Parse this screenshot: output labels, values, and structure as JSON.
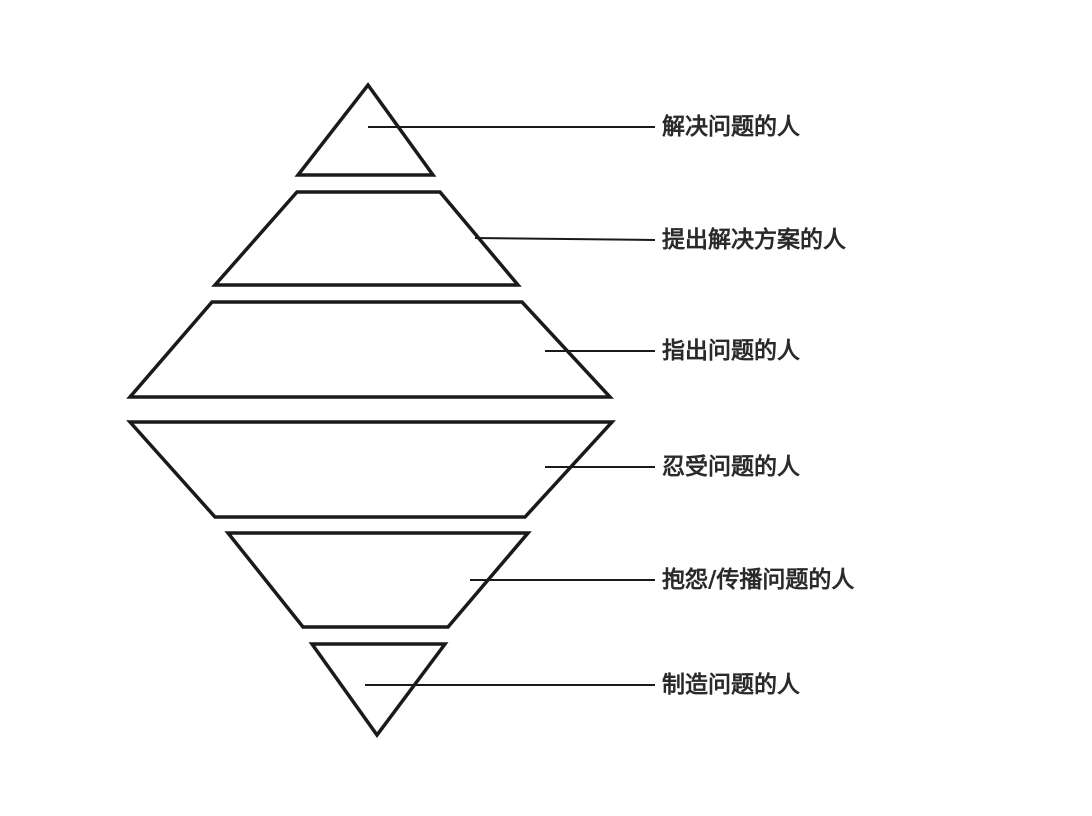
{
  "diagram": {
    "levels": [
      {
        "label": "解决问题的人"
      },
      {
        "label": "提出解决方案的人"
      },
      {
        "label": "指出问题的人"
      },
      {
        "label": "忍受问题的人"
      },
      {
        "label": "抱怨/传播问题的人"
      },
      {
        "label": "制造问题的人"
      }
    ],
    "stroke_color": "#1a1a1a",
    "text_color": "#2a2a2a"
  }
}
